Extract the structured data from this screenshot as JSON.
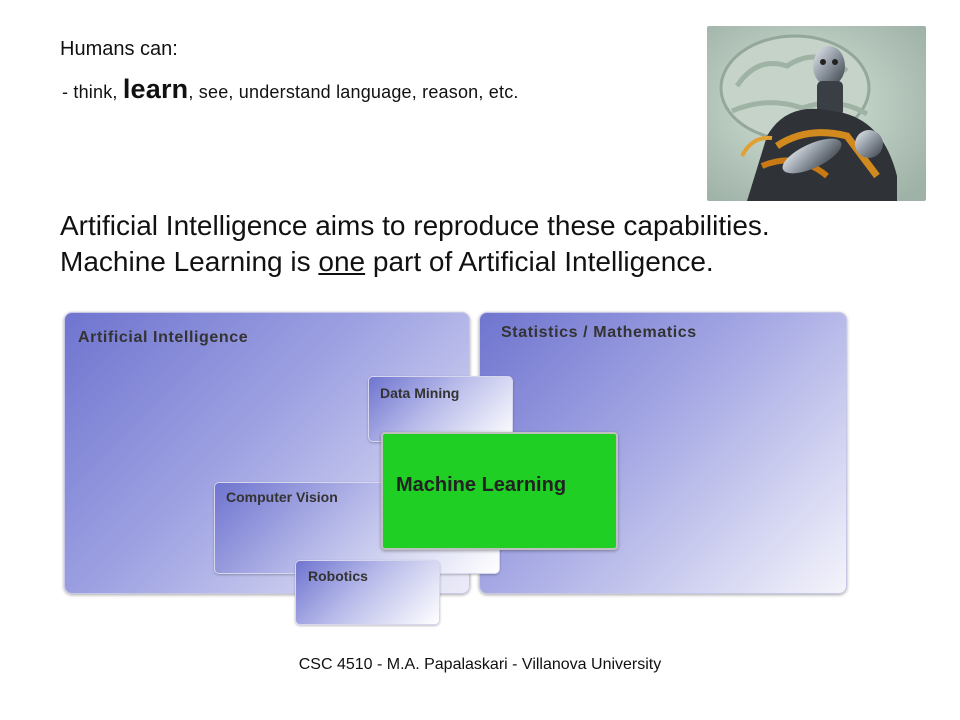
{
  "header": {
    "humans_title": "Humans can:",
    "list_prefix": " - think, ",
    "list_emphasis": "learn",
    "list_suffix": ", see, understand language, reason, etc."
  },
  "statement": {
    "line1": "Artificial Intelligence aims to reproduce these capabilities.",
    "line2_prefix": "Machine Learning is ",
    "line2_emphasis": "one",
    "line2_suffix": " part of Artificial Intelligence."
  },
  "diagram": {
    "panel_ai": "Artificial Intelligence",
    "panel_stats": "Statistics / Mathematics",
    "data_mining": "Data Mining",
    "machine_learning": "Machine Learning",
    "computer_vision": "Computer Vision",
    "robotics": "Robotics"
  },
  "footer": {
    "text": "CSC 4510 - M.A. Papalaskari - Villanova University"
  },
  "colors": {
    "panel_gradient_start": "#6f74cf",
    "machine_learning_fill": "#1fcf23"
  },
  "image": {
    "icon": "robot-brain-illustration"
  }
}
